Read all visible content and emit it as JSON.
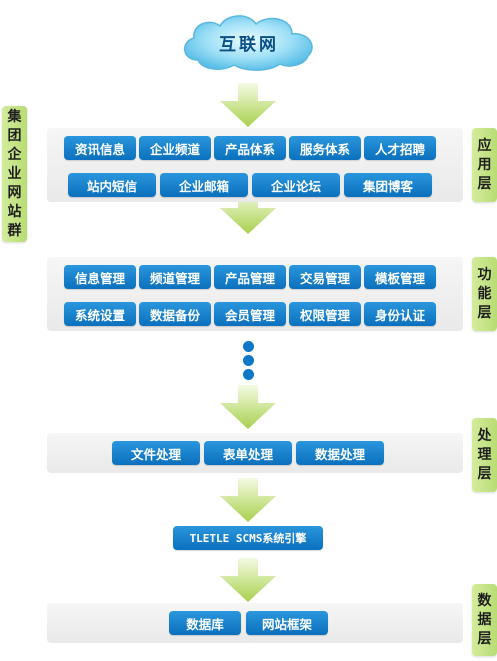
{
  "top": {
    "label": "互联网"
  },
  "side_group": {
    "chars": [
      "集",
      "团",
      "企",
      "业",
      "网",
      "站",
      "群"
    ]
  },
  "application_layer": {
    "tab_chars": [
      "应",
      "用",
      "层"
    ],
    "row1": [
      "资讯信息",
      "企业频道",
      "产品体系",
      "服务体系",
      "人才招聘"
    ],
    "row2": [
      "站内短信",
      "企业邮箱",
      "企业论坛",
      "集团博客"
    ]
  },
  "function_layer": {
    "tab_chars": [
      "功",
      "能",
      "层"
    ],
    "row1": [
      "信息管理",
      "频道管理",
      "产品管理",
      "交易管理",
      "模板管理"
    ],
    "row2": [
      "系统设置",
      "数据备份",
      "会员管理",
      "权限管理",
      "身份认证"
    ]
  },
  "processing_layer": {
    "tab_chars": [
      "处",
      "理",
      "层"
    ],
    "items": [
      "文件处理",
      "表单处理",
      "数据处理"
    ]
  },
  "engine": {
    "label": "TLETLE SCMS系统引擎"
  },
  "data_layer": {
    "tab_chars": [
      "数",
      "据",
      "层"
    ],
    "items": [
      "数据库",
      "网站框架"
    ]
  },
  "colors": {
    "pill": "#0b70bd",
    "tab": "#c6e58a",
    "arrow": "#a8d04c",
    "cloud": "#7fd3f2",
    "panel": "#eeeeee"
  }
}
